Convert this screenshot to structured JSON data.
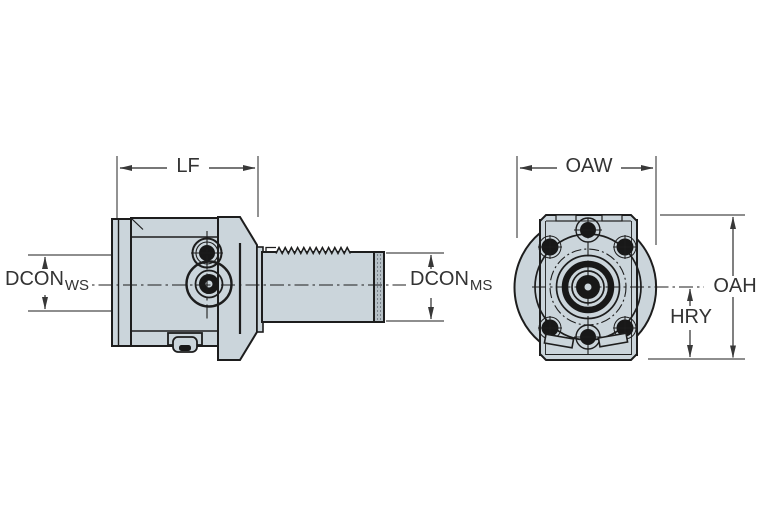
{
  "labels": {
    "lf": "LF",
    "oaw": "OAW",
    "oah": "OAH",
    "hry": "HRY",
    "dcon_ws": {
      "base": "DCON",
      "sub": "WS"
    },
    "dcon_ms": {
      "base": "DCON",
      "sub": "MS"
    }
  },
  "colors": {
    "body_fill": "#cbd5db",
    "outline": "#1d1d1d",
    "dim": "#4a4a4a",
    "dim_dark": "#383838",
    "text": "#333333",
    "dark_fill": "#181818",
    "shade": "#b6c0c6",
    "serration": "#8d969c"
  }
}
